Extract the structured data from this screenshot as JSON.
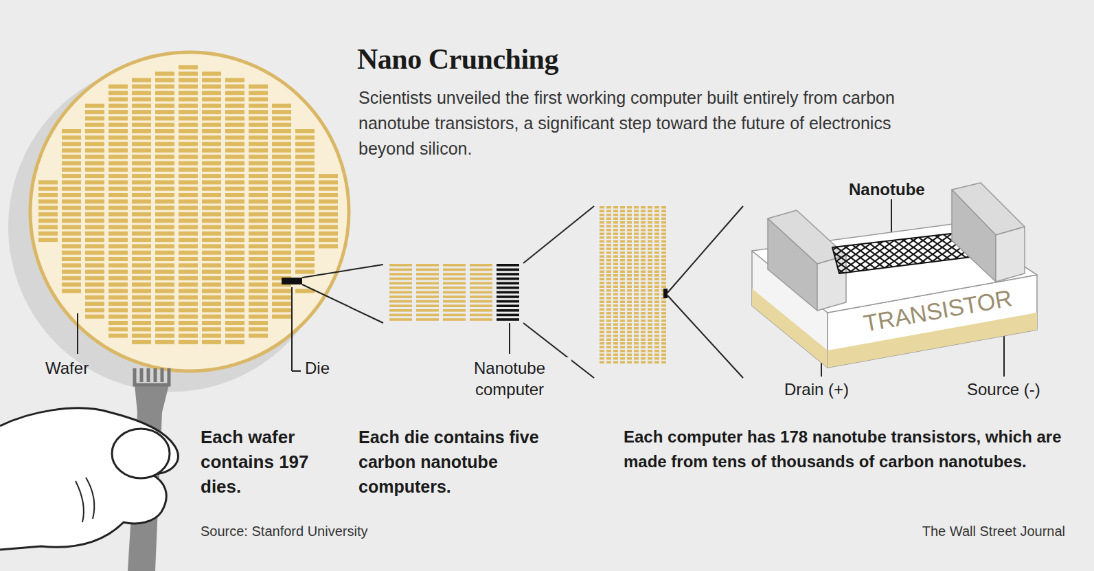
{
  "diagram": {
    "title": "Nano Crunching",
    "caption": "Scientists unveiled the first working computer built entirely from carbon nanotube transistors, a significant step toward the future of electronics beyond silicon.",
    "nodes": [
      {
        "text": [
          "TRANSISTOR"
        ]
      }
    ],
    "labels": [
      "Wafer",
      "Die",
      "Nanotube computer",
      "Nanotube",
      "Drain (+)",
      "Source (-)",
      "Each wafer contains 197 dies.",
      "Each die contains five carbon nanotube computers.",
      "Each computer has 178 nanotube transistors, which are made from tens of thousands of carbon nanotubes.",
      "Source: Stanford University",
      "The Wall Street Journal"
    ]
  }
}
